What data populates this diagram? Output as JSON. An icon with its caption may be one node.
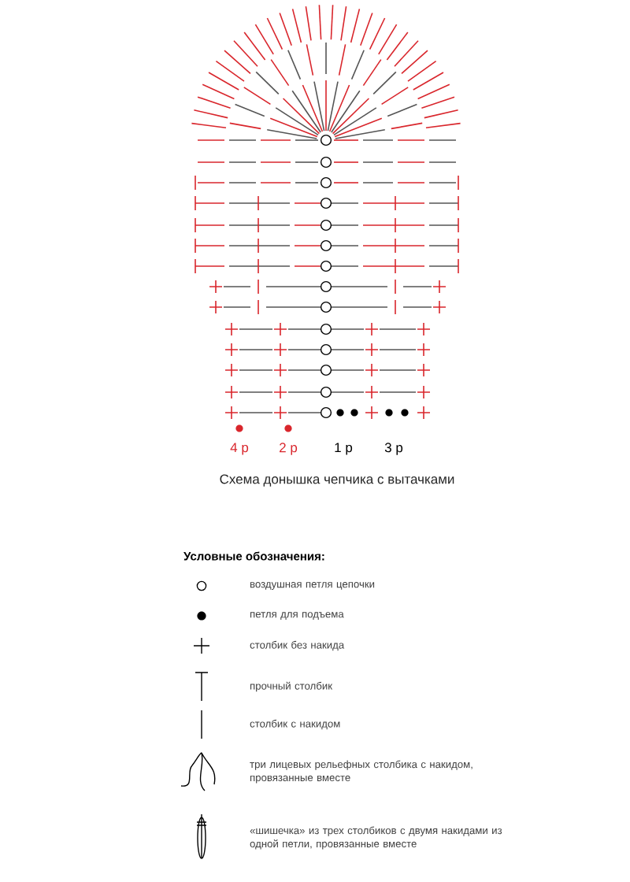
{
  "diagram": {
    "caption": "Схема донышка чепчика с вытачками",
    "labels": [
      "4 р",
      "2 р",
      "1 р",
      "3 р",
      "Условные обозначения:"
    ],
    "legend": [
      {
        "text": "воздушная петля цепочки"
      },
      {
        "text": "петля для подъема"
      },
      {
        "text": "столбик без накида"
      },
      {
        "text": "прочный столбик"
      },
      {
        "text": "столбик с накидом"
      },
      {
        "text": "три лицевых рельефных столбика с накидом, провязанные вместе"
      },
      {
        "text": "«шишечка» из трех столбиков с двумя накидами из одной петли, провязанные вместе"
      }
    ]
  }
}
